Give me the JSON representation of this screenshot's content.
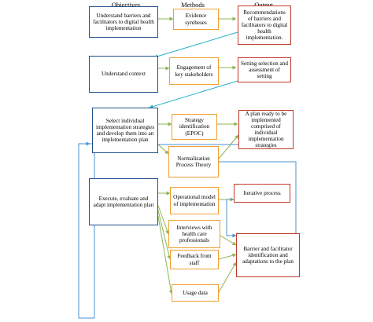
{
  "columns": {
    "objectives": "Objectives",
    "methods": "Methods",
    "output": "Output"
  },
  "objectives": [
    "Understand barriers and facilitators to digital health implementation",
    "Understand context",
    "Select individual implementation strategies and develop them into an implementation plan",
    "Execute, evaluate and adapt implementation plan"
  ],
  "methods": [
    "Evidence syntheses",
    "Engagement of key stakeholders",
    "Strategy identification (EPOC)",
    "Normalization Process Theory",
    "Operational model of implementation",
    "Interviews with health care professionals",
    "Feedback from staff",
    "Usage data"
  ],
  "outputs": [
    "Recommendations of barriers and facilitators to digital health implementation.",
    "Setting selection and assessment of setting",
    "A plan ready to be implemented comprised of individual implementation strategies",
    "Iterative process",
    "Barrier and facilitator identification and adaptations to the plan"
  ],
  "colors": {
    "objective_border": "#1f4e8c",
    "method_border": "#f0a030",
    "output_border": "#c0392b",
    "arrow_green": "#8db552",
    "arrow_blue": "#4a90d0",
    "arrow_teal": "#2ab0c8"
  }
}
